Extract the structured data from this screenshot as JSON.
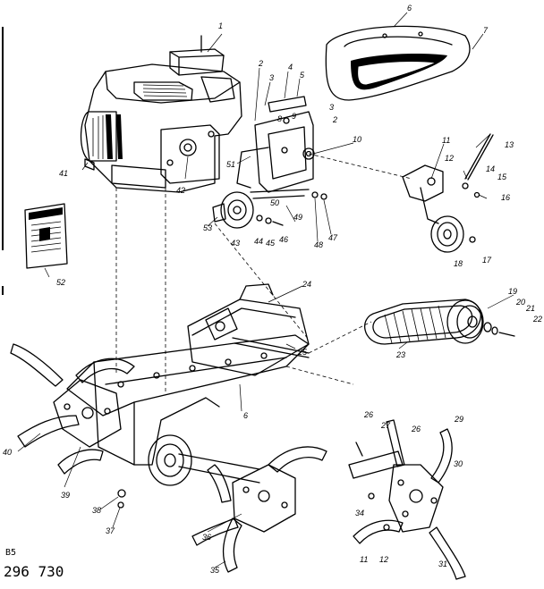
{
  "diagram": {
    "part_numbers": {
      "p1": "1",
      "p2a": "2",
      "p3a": "3",
      "p4": "4",
      "p5": "5",
      "p6": "6",
      "p7": "7",
      "p8": "8",
      "p9": "9",
      "p3b": "3",
      "p2b": "2",
      "p10": "10",
      "p11a": "11",
      "p12a": "12",
      "p13": "13",
      "p14": "14",
      "p15": "15",
      "p16": "16",
      "p17": "17",
      "p18": "18",
      "p41a": "41",
      "p42a": "42",
      "p51": "51",
      "p50": "50",
      "p49": "49",
      "p48": "48",
      "p47": "47",
      "p53": "53",
      "p43": "43",
      "p44": "44",
      "p45": "45",
      "p46": "46",
      "p52": "52",
      "p24": "24",
      "p25": "25",
      "p19": "19",
      "p20": "20",
      "p21": "21",
      "p22": "22",
      "p23": "23",
      "p6b": "6",
      "p26a": "26",
      "p27": "27",
      "p28": "26",
      "p29": "29",
      "p30": "30",
      "p34": "34",
      "p11b": "11",
      "p12b": "12",
      "p31": "31",
      "p40": "40",
      "p39": "39",
      "p38": "38",
      "p37": "37",
      "p36": "36",
      "p35": "35"
    },
    "footer": {
      "code_line1": "B5",
      "code_line2": "296 730"
    }
  }
}
